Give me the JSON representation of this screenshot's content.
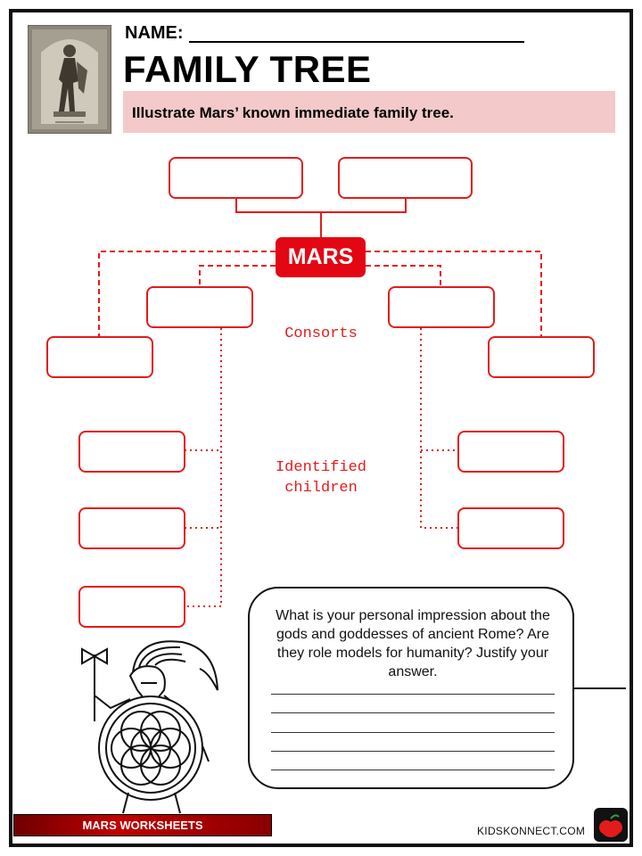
{
  "header": {
    "name_label": "NAME:",
    "title": "FAMILY TREE",
    "instruction": "Illustrate Mars’ known immediate family tree."
  },
  "tree": {
    "center_label": "MARS",
    "consorts_label": "Consorts",
    "children_label_line1": "Identified",
    "children_label_line2": "children"
  },
  "question": {
    "text": "What is your personal impression about the gods and goddesses of ancient Rome? Are they role models for humanity? Justify your answer."
  },
  "footer": {
    "left_label": "MARS WORKSHEETS",
    "url": "KIDSKONNECT.COM"
  },
  "colors": {
    "accent_red": "#e31b1b",
    "mars_fill": "#e30613",
    "instruction_bg": "#f3c9c9"
  },
  "icons": [
    "statue-photo",
    "spartan-warrior-illustration",
    "apple-logo-icon"
  ]
}
